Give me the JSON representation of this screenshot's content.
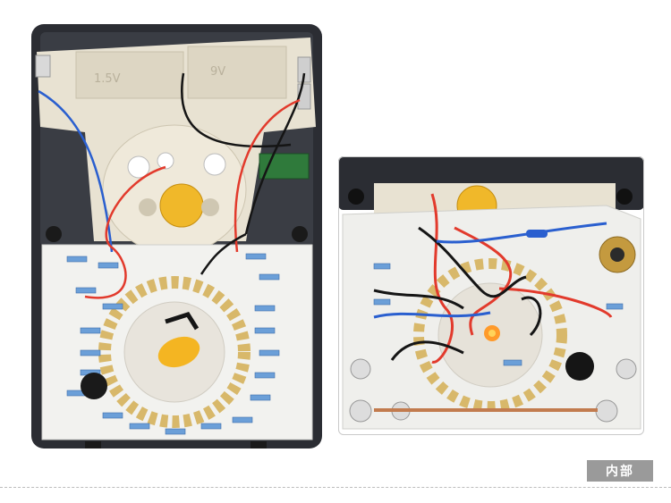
{
  "left_photo": {
    "battery_label_1": "1.5V",
    "battery_label_2": "9V"
  },
  "section_tag": "内部",
  "colors": {
    "case_dark": "#2b2d33",
    "battery_cover": "#e8e2d2",
    "board": "#f2f2ef",
    "wire_red": "#e23a2c",
    "wire_blue": "#2a5fcf",
    "wire_black": "#151515",
    "knob_yellow": "#f4b522"
  }
}
